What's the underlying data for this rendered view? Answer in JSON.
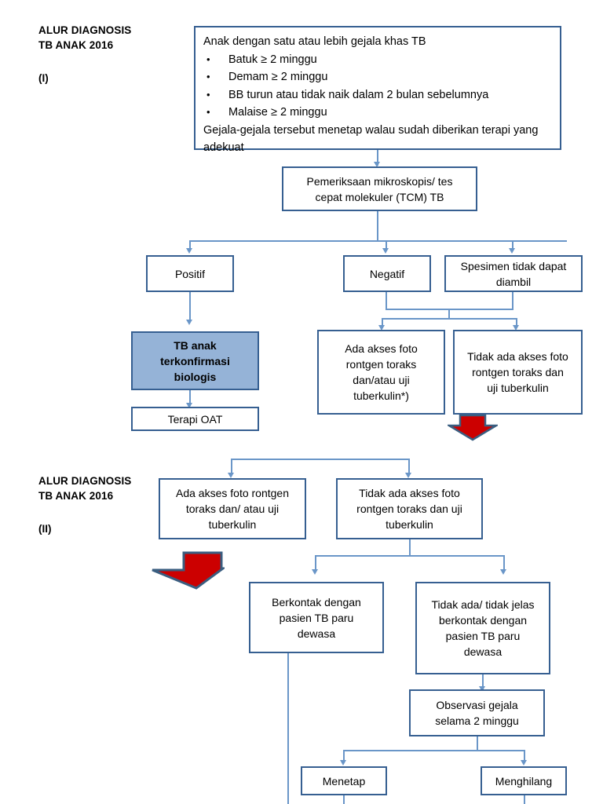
{
  "document": {
    "title": "ALUR DIAGNOSIS TB ANAK 2016"
  },
  "colors": {
    "box_border": "#365F91",
    "connector": "#6A96C8",
    "filled_box_bg": "#95B3D7",
    "red_arrow_fill": "#CC0000",
    "red_arrow_outline": "#3A5E80",
    "page_background": "#FFFFFF",
    "text": "#000000"
  },
  "section_one": {
    "header": "ALUR DIAGNOSIS\nTB ANAK 2016",
    "roman": "(I)",
    "symptoms_box": {
      "lead": "Anak dengan satu atau lebih gejala khas TB",
      "items": [
        "Batuk ≥ 2 minggu",
        "Demam ≥ 2 minggu",
        "BB turun atau tidak naik dalam 2 bulan sebelumnya",
        "Malaise ≥ 2 minggu"
      ],
      "tail": "Gejala-gejala tersebut menetap walau sudah diberikan terapi yang  adekuat"
    },
    "exam_box": "Pemeriksaan mikroskopis/ tes\ncepat molekuler (TCM) TB",
    "result_positif": "Positif",
    "result_negatif": "Negatif",
    "result_no_specimen": "Spesimen tidak dapat\ndiambil",
    "confirmed_box": "TB anak\nterkonfirmasi\nbiologis",
    "therapy_box": "Terapi OAT",
    "access_yes_box": "Ada akses foto\nrontgen toraks\ndan/atau uji\ntuberkulin*)",
    "access_no_box": "Tidak ada akses foto\nrontgen toraks dan\nuji tuberkulin"
  },
  "section_two": {
    "header": "ALUR DIAGNOSIS\nTB ANAK 2016",
    "roman": "(II)",
    "access_yes_box": "Ada akses foto rontgen\ntoraks dan/ atau uji\ntuberkulin",
    "access_no_box": "Tidak ada akses foto\nrontgen toraks dan uji\ntuberkulin",
    "contact_yes_box": "Berkontak dengan\npasien TB paru\ndewasa",
    "contact_no_box": "Tidak ada/ tidak jelas\nberkontak dengan\npasien TB paru\ndewasa",
    "observation_box": "Observasi gejala\nselama 2 minggu",
    "persist_box": "Menetap",
    "resolve_box": "Menghilang"
  },
  "icons": {
    "red_block_arrow": "down-block-arrow",
    "connector_arrow": "arrowhead-down"
  }
}
